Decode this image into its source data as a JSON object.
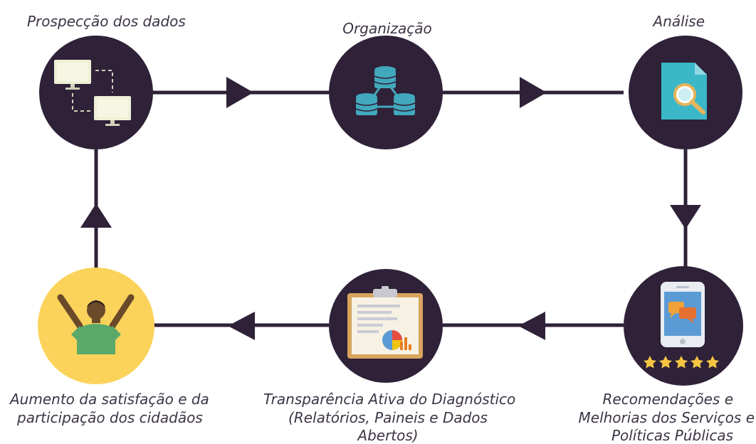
{
  "steps": {
    "prospeccao": "Prospecção dos dados",
    "organizacao": "Organização",
    "analise": "Análise",
    "recomendacoes_l1": "Recomendações e",
    "recomendacoes_l2": "Melhorias dos Serviços e",
    "recomendacoes_l3": "Políticas Públicas",
    "transparencia_l1": "Transparência Ativa do Diagnóstico",
    "transparencia_l2": "(Relatórios, Paineis e Dados",
    "transparencia_l3": "Abertos)",
    "aumento_l1": "Aumento da satisfação e da",
    "aumento_l2": "participação dos cidadãos"
  },
  "icons": {
    "prospeccao": "monitors-network-icon",
    "organizacao": "database-network-icon",
    "analise": "document-search-icon",
    "recomendacoes": "smartphone-chat-rating-icon",
    "transparencia": "clipboard-report-icon",
    "aumento": "celebrating-person-icon"
  },
  "colors": {
    "node": "#2f2138",
    "line": "#2f2138",
    "highlight_node": "#fbd35b",
    "text": "#3d3446"
  }
}
